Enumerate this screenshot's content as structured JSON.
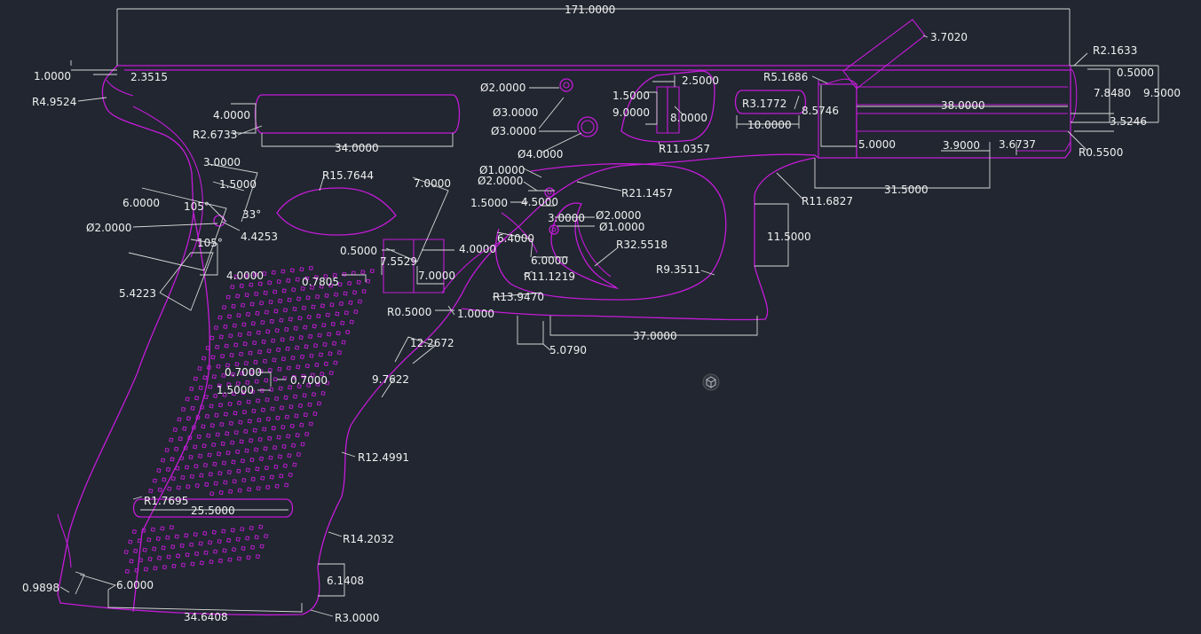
{
  "drawing": {
    "background": "#212630",
    "geometry_color": "#c41bd8",
    "dimension_color": "#d8d8d8",
    "text_color": "#f0f0f0"
  },
  "labels": {
    "overall_length": "171.0000",
    "top_offset": "1.0000",
    "r4_9524": "R4.9524",
    "d2_3515": "2.3515",
    "d3_7020": "3.7020",
    "r2_1633": "R2.1633",
    "d0_5000_top": "0.5000",
    "d7_8480": "7.8480",
    "d9_5000": "9.5000",
    "d3_5246": "3.5246",
    "r0_5500": "R0.5500",
    "r5_1686": "R5.1686",
    "r3_1772": "R3.1772",
    "d8_5746": "8.5746",
    "d10_0000": "10.0000",
    "d38_0000": "38.0000",
    "d5_0000": "5.0000",
    "d3_9000": "3.9000",
    "d3_6737": "3.6737",
    "d31_5000": "31.5000",
    "r11_6827": "R11.6827",
    "d11_5000": "11.5000",
    "d2_5000": "2.5000",
    "d1_5000_a": "1.5000",
    "d9_0000": "9.0000",
    "d8_0000": "8.0000",
    "r11_0357": "R11.0357",
    "dia2_0000_a": "Ø2.0000",
    "dia3_0000_a": "Ø3.0000",
    "dia3_0000_b": "Ø3.0000",
    "dia4_0000": "Ø4.0000",
    "d4_0000_a": "4.0000",
    "r2_6733": "R2.6733",
    "d34_0000": "34.0000",
    "d3_0000_a": "3.0000",
    "d1_5000_b": "1.5000",
    "d6_0000_a": "6.0000",
    "ang105_a": "105°",
    "ang33": "33°",
    "dia2_0000_b": "Ø2.0000",
    "d4_4253": "4.4253",
    "ang105_b": "105°",
    "d4_0000_b": "4.0000",
    "d5_4223": "5.4223",
    "r15_7644": "R15.7644",
    "d7_0000_a": "7.0000",
    "d0_5000_b": "0.5000",
    "d7_5529": "7.5529",
    "d4_0000_c": "4.0000",
    "d7_0000_b": "7.0000",
    "d0_7805": "0.7805",
    "dia1_0000_a": "Ø1.0000",
    "dia2_0000_c": "Ø2.0000",
    "d1_5000_c": "1.5000",
    "d4_5000": "4.5000",
    "d3_0000_b": "3.0000",
    "dia2_0000_d": "Ø2.0000",
    "dia1_0000_b": "Ø1.0000",
    "r21_1457": "R21.1457",
    "d6_4000": "6.4000",
    "d6_0000_b": "6.0000",
    "r32_5518": "R32.5518",
    "r11_1219": "R11.1219",
    "r9_3511": "R9.3511",
    "r13_9470": "R13.9470",
    "r0_5000": "R0.5000",
    "d1_0000": "1.0000",
    "d37_0000": "37.0000",
    "d5_0790": "5.0790",
    "d12_2672": "12.2672",
    "d9_7622": "9.7622",
    "d0_7000_a": "0.7000",
    "d0_7000_b": "0.7000",
    "d1_5000_d": "1.5000",
    "r12_4991": "R12.4991",
    "r1_7695": "R1.7695",
    "d25_5000": "25.5000",
    "r14_2032": "R14.2032",
    "d6_1408": "6.1408",
    "d0_9898": "0.9898",
    "d6_0000_c": "6.0000",
    "d34_6408": "34.6408",
    "r3_0000": "R3.0000"
  },
  "icons": {
    "viewcube": "viewcube-icon"
  }
}
